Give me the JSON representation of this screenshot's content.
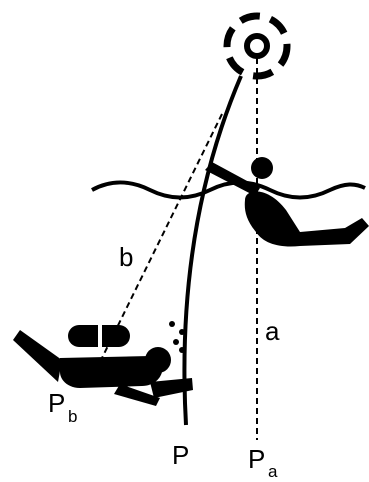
{
  "labels": {
    "a": "a",
    "b": "b",
    "P": "P",
    "Pa_main": "P",
    "Pa_sub": "a",
    "Pb_main": "P",
    "Pb_sub": "b"
  },
  "colors": {
    "ink": "#000000",
    "background": "#ffffff"
  },
  "icons": [
    "target-buoy-icon",
    "surface-swimmer-icon",
    "scuba-diver-icon",
    "water-surface-wave",
    "bubbles"
  ]
}
